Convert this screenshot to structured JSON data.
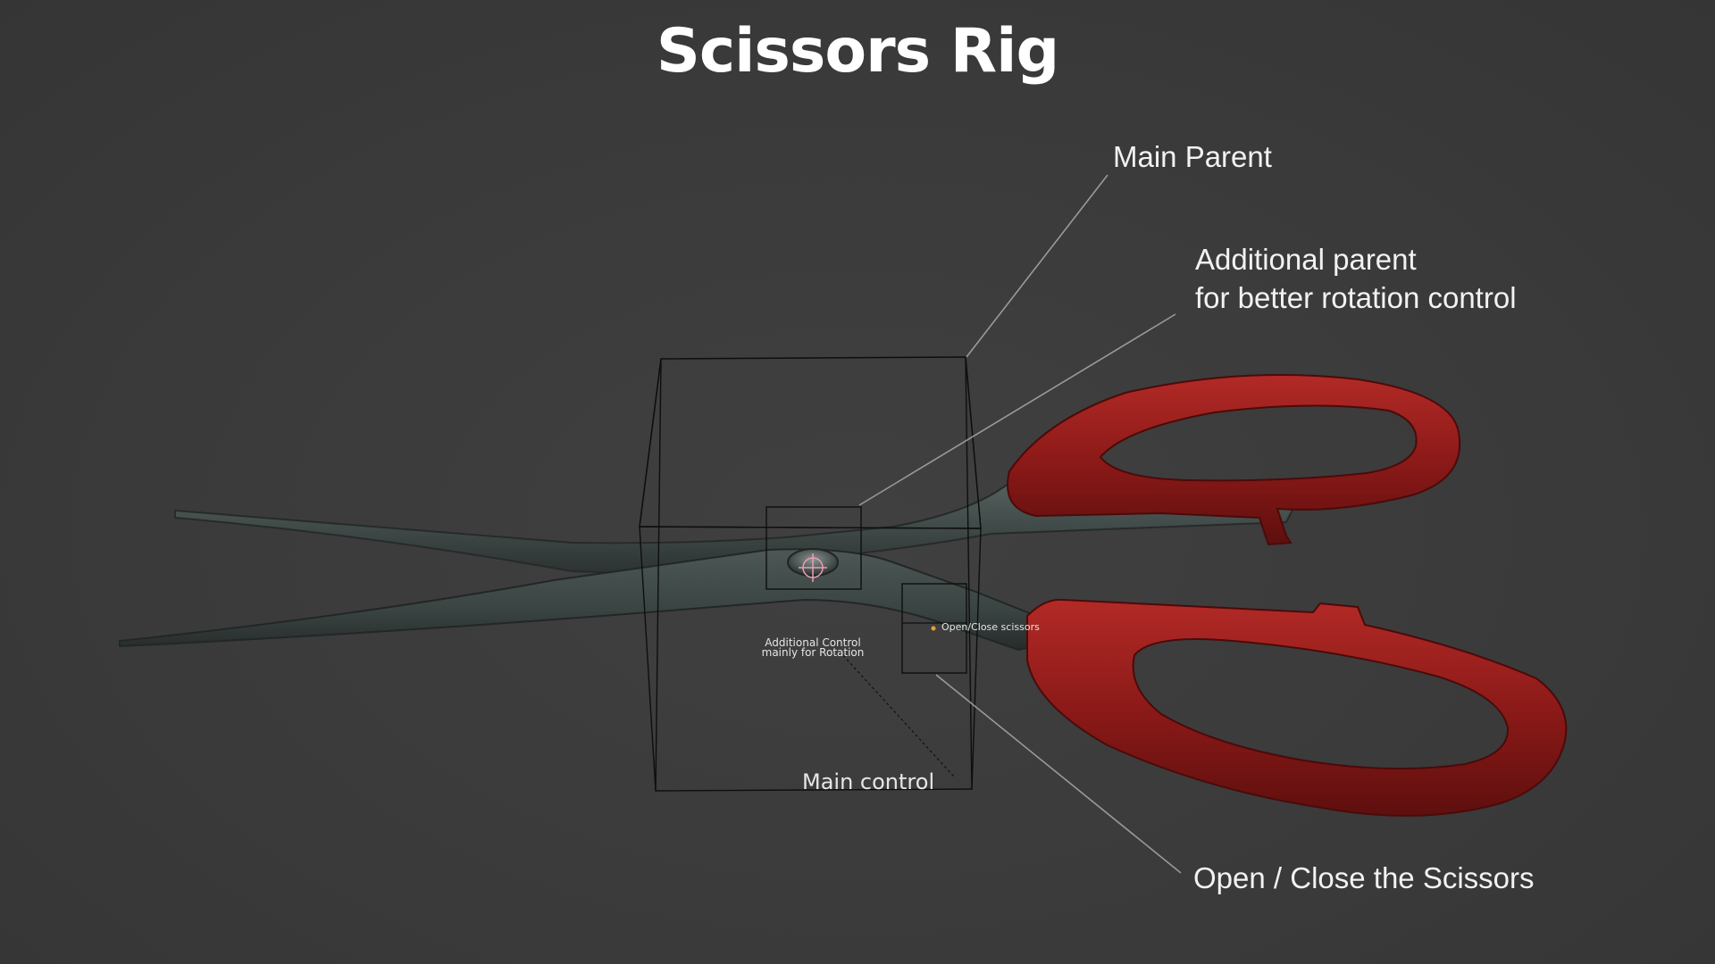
{
  "title": "Scissors Rig",
  "callouts": {
    "main_parent": "Main Parent",
    "additional_parent_line1": "Additional parent",
    "additional_parent_line2": "for better rotation control",
    "open_close": "Open / Close the Scissors"
  },
  "viewport_labels": {
    "additional_control_line1": "Additional Control",
    "additional_control_line2": "mainly for Rotation",
    "open_close_scissors": "Open/Close scissors",
    "main_control": "Main control"
  },
  "colors": {
    "background": "#3c3c3c",
    "blade": "#3f4a49",
    "handle": "#8e1a1a",
    "leader_line": "#9a9a9a"
  }
}
